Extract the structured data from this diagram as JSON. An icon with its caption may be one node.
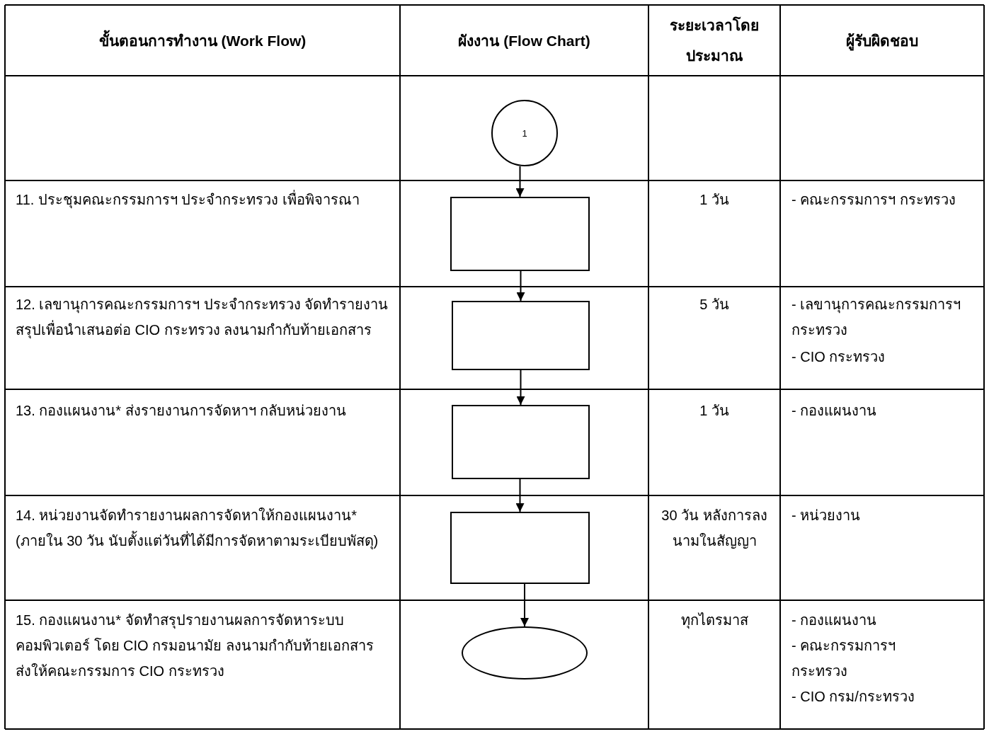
{
  "diagram": {
    "nodes": [
      {
        "text": [
          "1"
        ]
      },
      {
        "text": [],
        "shape": "box"
      },
      {
        "text": [],
        "shape": "box"
      },
      {
        "text": [],
        "shape": "box"
      },
      {
        "text": [],
        "shape": "box"
      },
      {
        "text": [],
        "shape": "ellipse"
      }
    ],
    "edges": [
      {
        "from": 0,
        "to": 1,
        "arrow": "to"
      },
      {
        "from": 1,
        "to": 2,
        "arrow": "to"
      },
      {
        "from": 2,
        "to": 3,
        "arrow": "to"
      },
      {
        "from": 3,
        "to": 4,
        "arrow": "to"
      },
      {
        "from": 4,
        "to": 5,
        "arrow": "to"
      }
    ],
    "labels": [
      "ขั้นตอนการทำงาน (Work Flow)",
      "ผังงาน (Flow Chart)",
      "ระยะเวลาโดยประมาณ",
      "ผู้รับผิดชอบ",
      "11. ประชุมคณะกรรมการฯ ประจำกระทรวง เพื่อพิจารณา",
      "1 วัน",
      "- คณะกรรมการฯ กระทรวง",
      "12. เลขานุการคณะกรรมการฯ ประจำกระทรวง จัดทำรายงานสรุปเพื่อนำเสนอต่อ CIO กระทรวง ลงนามกำกับท้ายเอกสาร",
      "5 วัน",
      "- เลขานุการคณะกรรมการฯ กระทรวง",
      "- CIO กระทรวง",
      "13. กองแผนงาน* ส่งรายงานการจัดหาฯ กลับหน่วยงาน",
      "1 วัน",
      "- กองแผนงาน",
      "14. หน่วยงานจัดทำรายงานผลการจัดหาให้กองแผนงาน* (ภายใน 30 วัน นับตั้งแต่วันที่ได้มีการจัดหาตามระเบียบพัสดุ)",
      "30 วัน หลังการลงนามในสัญญา",
      "- หน่วยงาน",
      "15. กองแผนงาน* จัดทำสรุปรายงานผลการจัดหาระบบคอมพิวเตอร์ โดย CIO กรมอนามัย ลงนามกำกับท้ายเอกสาร ส่งให้คณะกรรมการ CIO กระทรวง",
      "ทุกไตรมาส",
      "- กองแผนงาน",
      "- คณะกรรมการฯ กระทรวง",
      "- CIO กรม/กระทรวง"
    ]
  }
}
